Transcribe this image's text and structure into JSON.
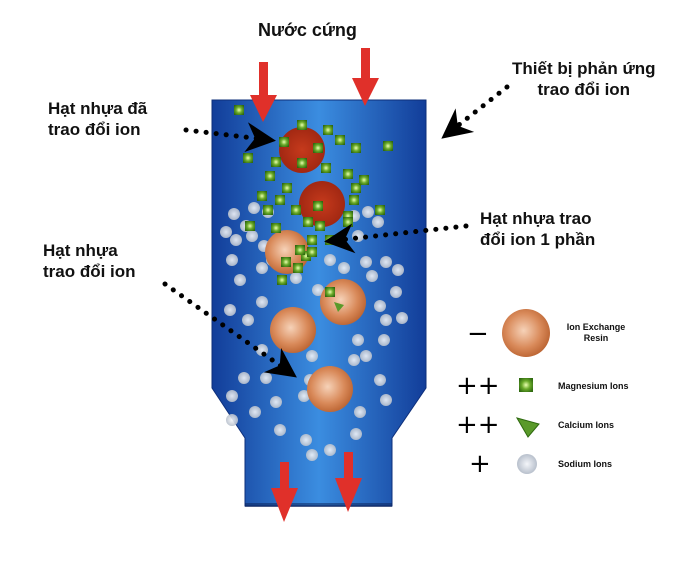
{
  "diagram": {
    "title": "Nước cứng",
    "labels": {
      "reactor": "Thiết bị phản ứng\ntrao đổi ion",
      "exhausted_resin": "Hạt nhựa đã\ntrao đổi ion",
      "partial_resin": "Hạt nhựa trao\nđổi ion 1 phần",
      "fresh_resin": "Hạt nhựa\ntrao đổi ion"
    },
    "legend": [
      {
        "charge": "−",
        "label": "Ion Exchange\nResin",
        "icon": "resin-sphere-icon"
      },
      {
        "charge": "++",
        "label": "Magnesium Ions",
        "icon": "magnesium-square-icon"
      },
      {
        "charge": "++",
        "label": "Calcium Ions",
        "icon": "calcium-triangle-icon"
      },
      {
        "charge": "+",
        "label": "Sodium Ions",
        "icon": "sodium-circle-icon"
      }
    ],
    "colors": {
      "vessel": "#1a4fb0",
      "vessel_light": "#3f8fe0",
      "arrow": "#e0302a",
      "resin_fresh": "#d98a5a",
      "resin_exhausted": "#b02a10",
      "magnesium": "#5a9a2a",
      "sodium": "#d8dde6"
    }
  }
}
